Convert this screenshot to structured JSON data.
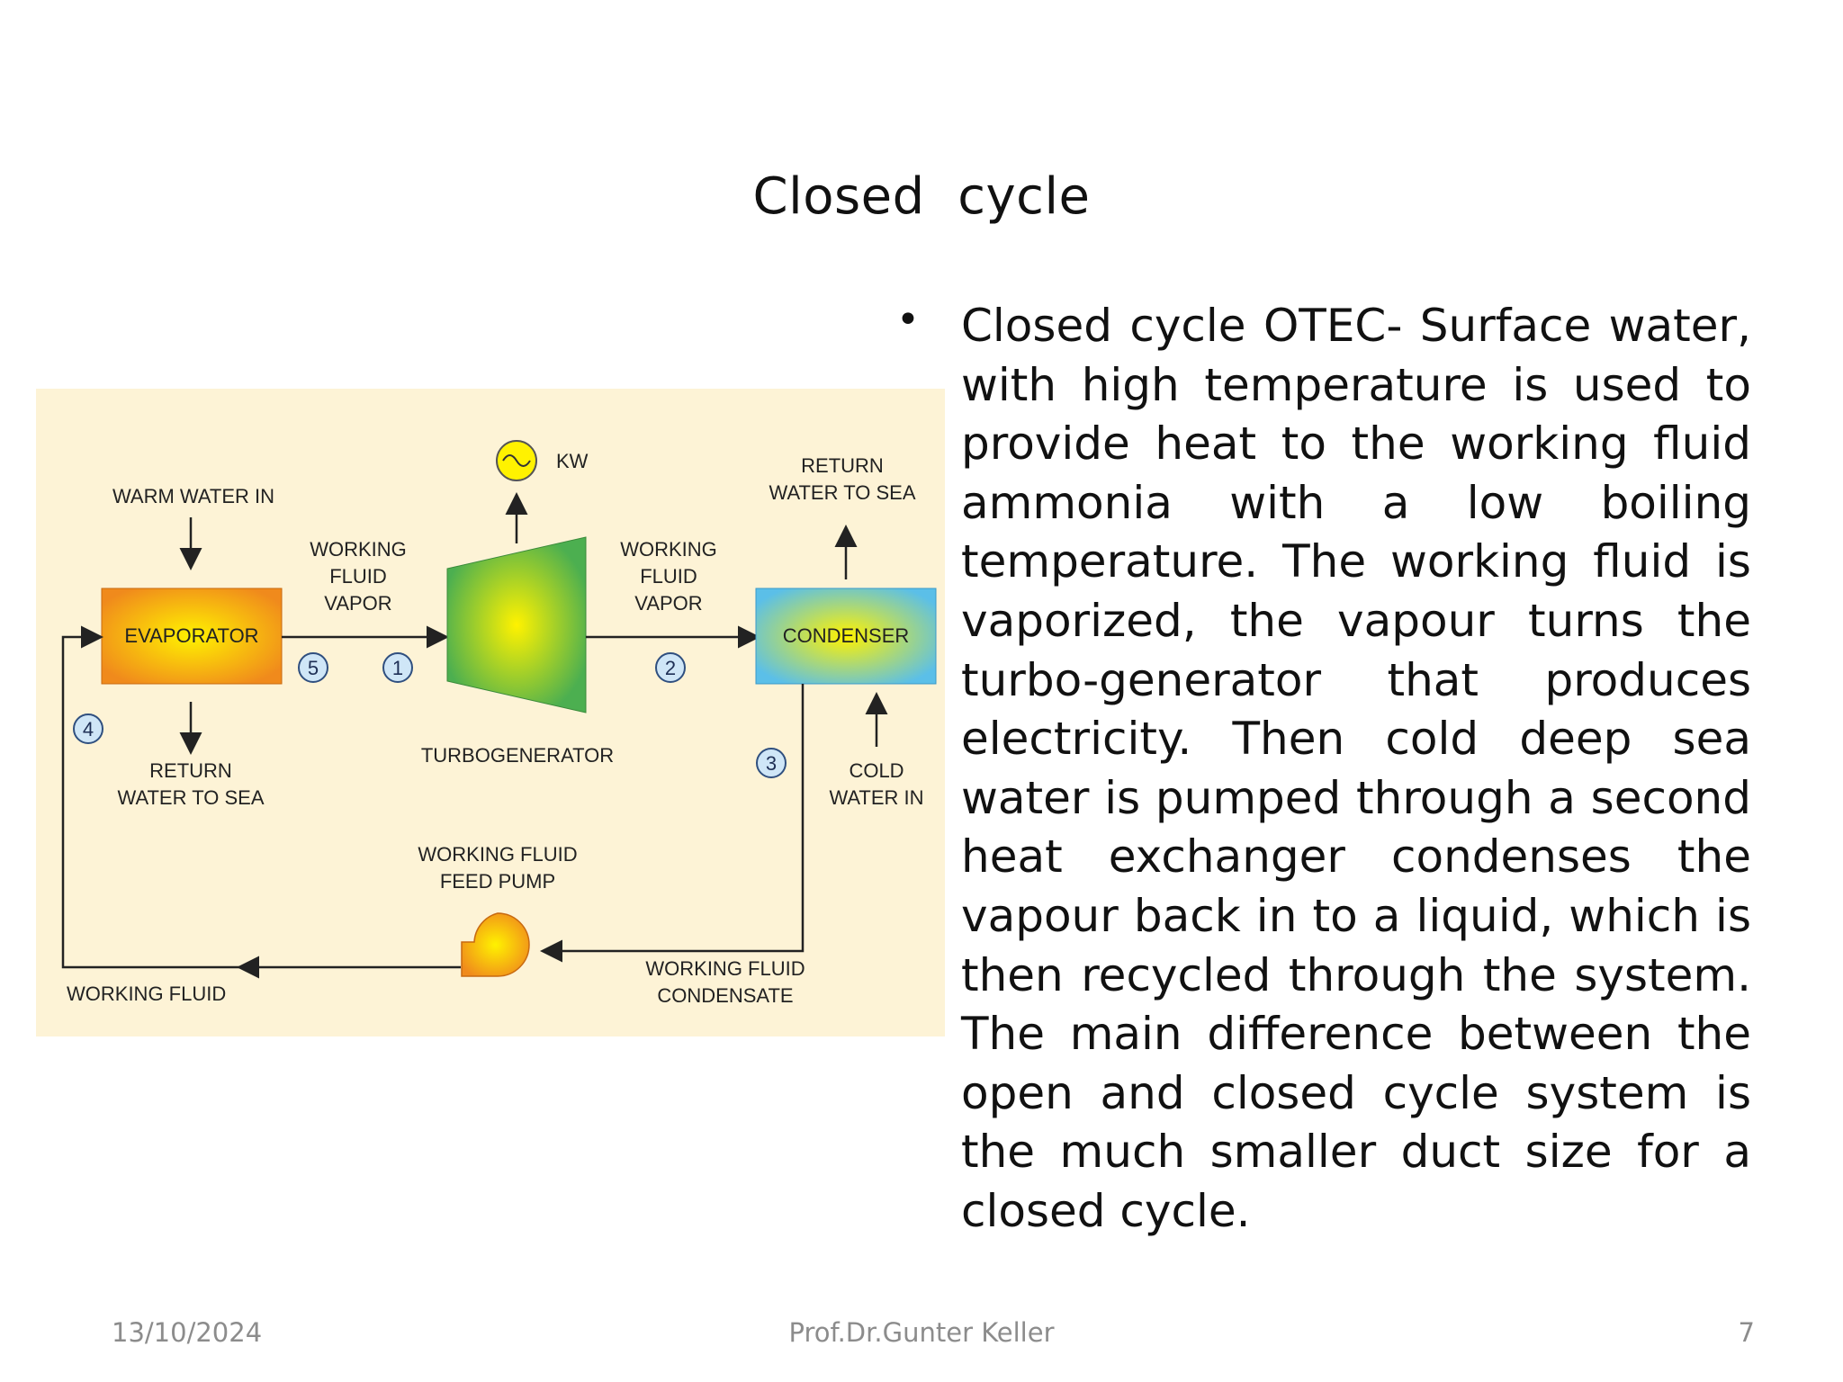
{
  "slide": {
    "title": "Closed  cycle",
    "bullet_text": "Closed cycle OTEC- Surface water, with high temperature is used to provide heat to the working fluid ammonia with a low boiling temperature. The working fluid is vaporized, the vapour turns the turbo-generator that produces electricity. Then cold deep sea water is pumped through a second heat exchanger condenses the vapour back in to a liquid, which is then recycled through the system. The main difference between the open and closed cycle system is the much smaller duct size for a closed cycle."
  },
  "diagram": {
    "labels": {
      "warm_water_in": "WARM WATER IN",
      "evaporator": "EVAPORATOR",
      "return_water_left": [
        "RETURN",
        "WATER TO SEA"
      ],
      "vapor_left": [
        "WORKING",
        "FLUID",
        "VAPOR"
      ],
      "vapor_right": [
        "WORKING",
        "FLUID",
        "VAPOR"
      ],
      "kw": "KW",
      "turbogenerator": "TURBOGENERATOR",
      "condenser": "CONDENSER",
      "return_water_right": [
        "RETURN",
        "WATER TO SEA"
      ],
      "cold_water_in": [
        "COLD",
        "WATER IN"
      ],
      "feed_pump": [
        "WORKING FLUID",
        "FEED PUMP"
      ],
      "condensate": [
        "WORKING FLUID",
        "CONDENSATE"
      ],
      "working_fluid": "WORKING FLUID"
    },
    "state_points": [
      "1",
      "2",
      "3",
      "4",
      "5"
    ],
    "colors": {
      "background": "#fdf3d6",
      "evaporator_edge": "#f08a1c",
      "turbine_edge": "#4caf50",
      "condenser_edge": "#5bbfe8",
      "highlight": "#fff200"
    }
  },
  "footer": {
    "date": "13/10/2024",
    "author": "Prof.Dr.Gunter Keller",
    "page": "7"
  }
}
